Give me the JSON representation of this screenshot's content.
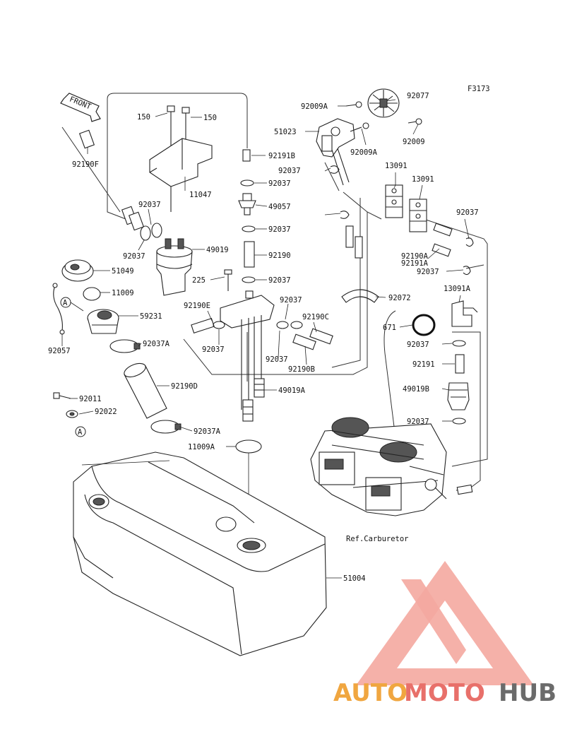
{
  "figure_code": "F3173",
  "front_label": "FRONT",
  "ref_label": "Ref.Carburetor",
  "callout_letters": [
    "A",
    "A"
  ],
  "part_labels": [
    "92077",
    "92009A",
    "51023",
    "92009",
    "92009A",
    "13091",
    "13091",
    "92037",
    "92037",
    "92190A",
    "92191A",
    "92037",
    "13091A",
    "92072",
    "671",
    "92037",
    "92191",
    "49019B",
    "92037",
    "150",
    "150",
    "92191B",
    "11047",
    "92037",
    "49057",
    "92037",
    "49019",
    "92190",
    "92037",
    "225",
    "92190E",
    "92037",
    "92037",
    "92190C",
    "92037",
    "92190B",
    "49019A",
    "92190F",
    "92037",
    "92037",
    "51049",
    "11009",
    "59231",
    "92037A",
    "92057",
    "92190D",
    "92011",
    "92022",
    "92037A",
    "11009A",
    "51004"
  ],
  "watermark": {
    "part1": "AUTO",
    "part2": "MOTO",
    "part3": "HUB",
    "color1": "#f0a640",
    "color2": "#e8706a",
    "color3": "#6b6b6b",
    "triangle_color": "#f4a8a0"
  }
}
